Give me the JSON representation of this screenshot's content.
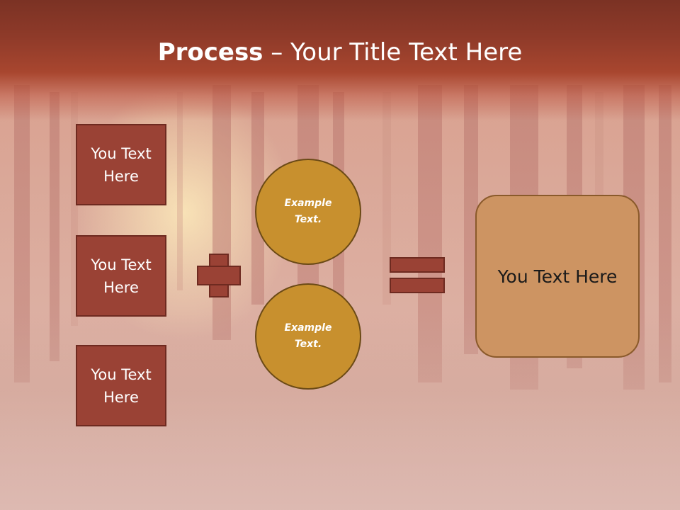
{
  "slide": {
    "title_bold": "Process",
    "title_rest": " – Your Title Text Here"
  },
  "left_boxes": [
    {
      "label": "You Text Here"
    },
    {
      "label": "You Text Here"
    },
    {
      "label": "You Text Here"
    }
  ],
  "circles": [
    {
      "label": "Example Text."
    },
    {
      "label": "Example Text."
    }
  ],
  "result": {
    "label": "You Text Here"
  },
  "colors": {
    "title_band": "#8e3a29",
    "box_fill": "#9a4235",
    "circle_fill": "#c8902e",
    "result_fill": "#cd9462"
  }
}
